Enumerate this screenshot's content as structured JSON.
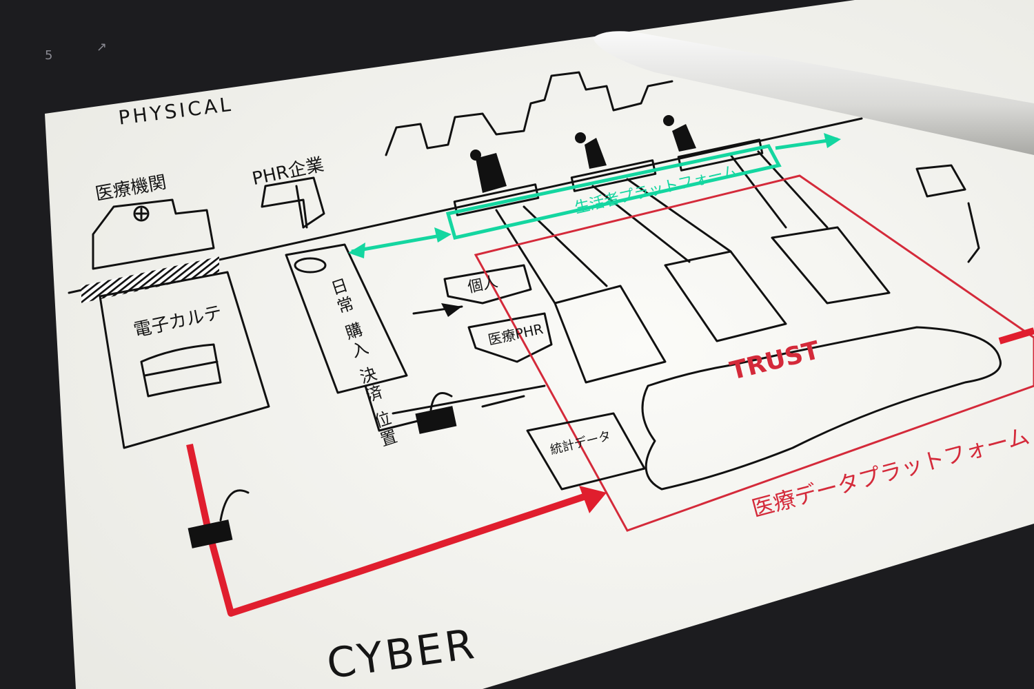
{
  "toolbar": {
    "tools": [
      "5",
      "↗"
    ]
  },
  "sketch": {
    "physical_label": "PHYSICAL",
    "cyber_label": "CYBER",
    "medical_institution": "医療機関",
    "phr_company": "PHR企業",
    "ehr_label": "電子カルテ",
    "daily_data": "日常 購入 決済 位置",
    "personal_label": "個人",
    "medical_phr": "医療PHR",
    "statistics_label": "統計データ",
    "consumer_platform": "生活者プラットフォーム",
    "trust_label": "TRUST",
    "medical_data_platform": "医療データプラットフォーム"
  },
  "colors": {
    "ink": "#111111",
    "green": "#14d6a0",
    "red": "#d42a3a",
    "paper": "#f4f4f0"
  }
}
